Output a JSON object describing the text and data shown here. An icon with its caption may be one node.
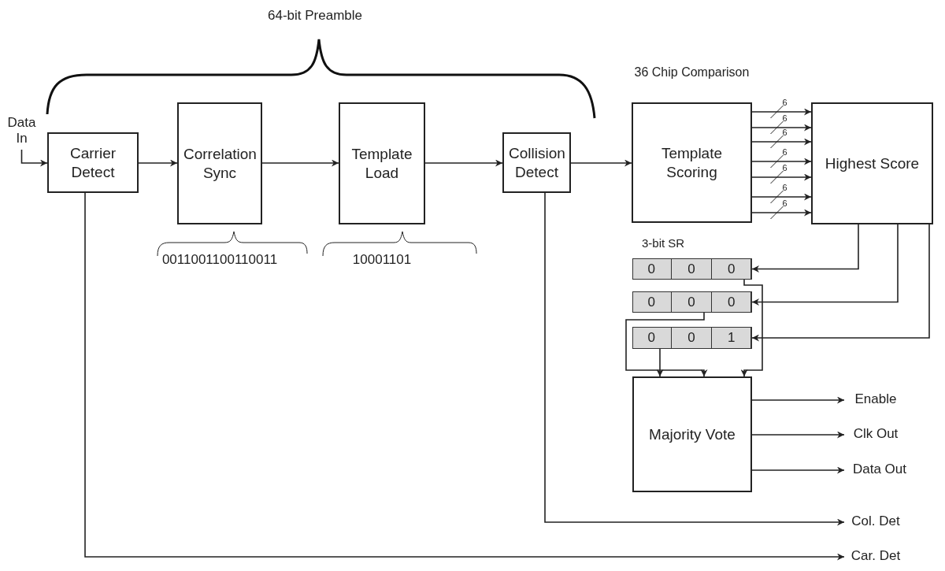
{
  "diagram": {
    "nodes": [
      {
        "text": [
          "Data In"
        ]
      },
      {
        "text": [
          "Carrier Detect"
        ]
      },
      {
        "text": [
          "Correlation Sync"
        ],
        "beside": [
          "0011001100110011"
        ]
      },
      {
        "text": [
          "Template Load"
        ],
        "beside": [
          "10001101"
        ]
      },
      {
        "text": [
          "Collision Detect"
        ]
      },
      {
        "text": [
          "36 Chip Comparison",
          "Template Scoring"
        ]
      },
      {
        "text": [
          "Highest Score"
        ]
      },
      {
        "text": [],
        "shape": "bar"
      },
      {
        "text": [
          "0"
        ],
        "in": 7
      },
      {
        "text": [
          "0"
        ],
        "in": 7
      },
      {
        "text": [
          "0"
        ],
        "in": 7
      },
      {
        "text": [],
        "shape": "bar"
      },
      {
        "text": [
          "0"
        ],
        "in": 11
      },
      {
        "text": [
          "0"
        ],
        "in": 11
      },
      {
        "text": [
          "0"
        ],
        "in": 11
      },
      {
        "text": [],
        "shape": "bar"
      },
      {
        "text": [
          "0"
        ],
        "in": 15
      },
      {
        "text": [
          "0"
        ],
        "in": 15
      },
      {
        "text": [
          "1"
        ],
        "in": 15
      },
      {
        "text": [
          "Majority Vote"
        ]
      },
      {
        "text": [
          "Enable"
        ]
      },
      {
        "text": [
          "Clk Out"
        ]
      },
      {
        "text": [
          "Data Out"
        ]
      },
      {
        "text": [
          "Col. Det"
        ]
      },
      {
        "text": [
          "Car. Det"
        ]
      }
    ],
    "edges": [
      {
        "from": 0,
        "to": 1,
        "arrow": "to"
      },
      {
        "from": 1,
        "to": 2,
        "arrow": "to"
      },
      {
        "from": 2,
        "to": 3,
        "arrow": "to"
      },
      {
        "from": 3,
        "to": 4,
        "arrow": "to"
      },
      {
        "from": 4,
        "to": 5,
        "arrow": "to"
      },
      {
        "from": 5,
        "to": 6,
        "label": "6",
        "arrow": "to"
      },
      {
        "from": 5,
        "to": 6,
        "label": "6",
        "arrow": "to"
      },
      {
        "from": 5,
        "to": 6,
        "label": "6",
        "arrow": "to"
      },
      {
        "from": 5,
        "to": 6,
        "label": "6",
        "arrow": "to"
      },
      {
        "from": 5,
        "to": 6,
        "label": "6",
        "arrow": "to"
      },
      {
        "from": 5,
        "to": 6,
        "label": "6",
        "arrow": "to"
      },
      {
        "from": 5,
        "to": 6,
        "label": "6",
        "arrow": "to"
      },
      {
        "from": 6,
        "to": 7,
        "arrow": "to"
      },
      {
        "from": 6,
        "to": 11,
        "arrow": "to"
      },
      {
        "from": 6,
        "to": 15,
        "arrow": "to"
      },
      {
        "from": 10,
        "to": 19,
        "arrow": "to"
      },
      {
        "from": 13,
        "to": 19,
        "arrow": "to"
      },
      {
        "from": 16,
        "to": 19,
        "arrow": "to"
      },
      {
        "from": 19,
        "to": 20,
        "arrow": "to"
      },
      {
        "from": 19,
        "to": 21,
        "arrow": "to"
      },
      {
        "from": 19,
        "to": 22,
        "arrow": "to"
      },
      {
        "from": 4,
        "to": 23,
        "arrow": "to"
      },
      {
        "from": 1,
        "to": 24,
        "arrow": "to"
      }
    ],
    "labels": [
      "64-bit Preamble",
      "3-bit SR"
    ]
  }
}
